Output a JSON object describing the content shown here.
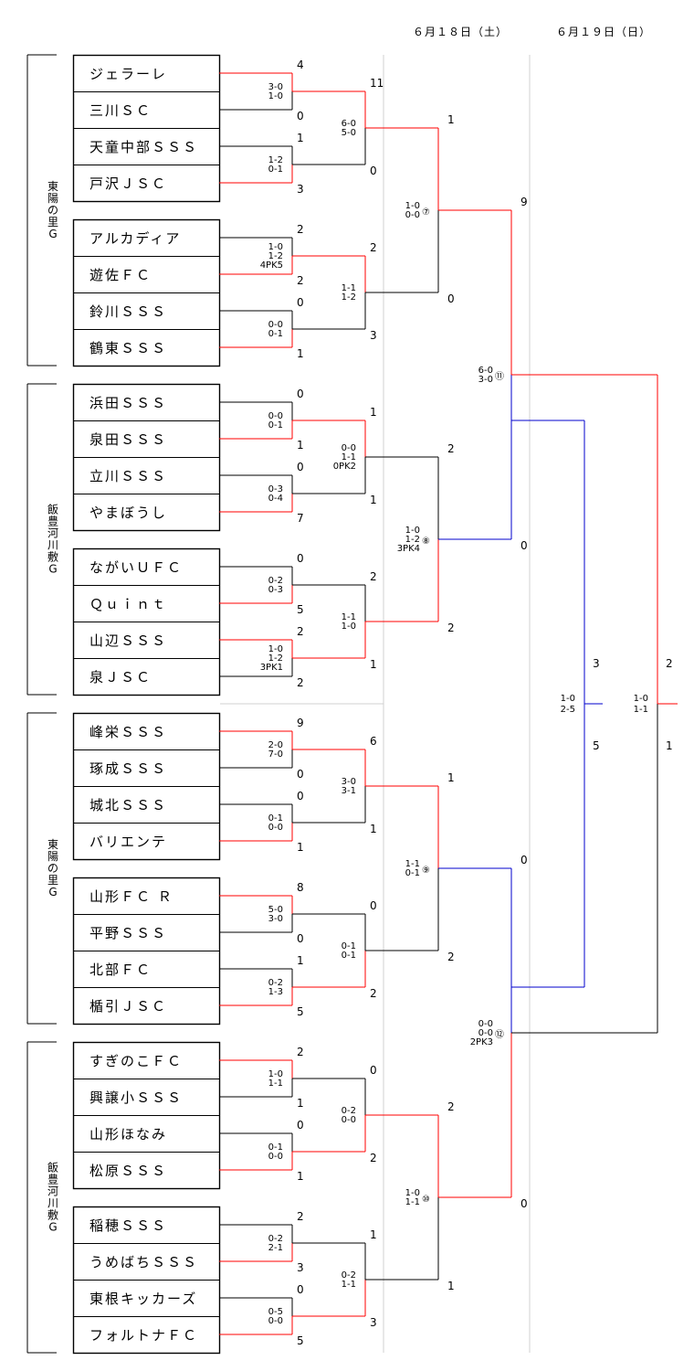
{
  "header": {
    "day1": "６月１８日（土）",
    "day2": "６月１９日（日）"
  },
  "venues": [
    {
      "chars": [
        "東",
        "陽",
        "の",
        "里",
        "G"
      ]
    },
    {
      "chars": [
        "飯",
        "豊",
        "河",
        "川",
        "敷",
        "G"
      ]
    },
    {
      "chars": [
        "東",
        "陽",
        "の",
        "里",
        "G"
      ]
    },
    {
      "chars": [
        "飯",
        "豊",
        "河",
        "川",
        "敷",
        "G"
      ]
    }
  ],
  "teams": [
    "ジェラーレ",
    "三川ＳＣ",
    "天童中部ＳＳＳ",
    "戸沢ＪＳＣ",
    "アルカディア",
    "遊佐ＦＣ",
    "鈴川ＳＳＳ",
    "鶴東ＳＳＳ",
    "浜田ＳＳＳ",
    "泉田ＳＳＳ",
    "立川ＳＳＳ",
    "やまぼうし",
    "ながいＵＦＣ",
    "Ｑｕｉｎｔ",
    "山辺ＳＳＳ",
    "泉ＪＳＣ",
    "峰栄ＳＳＳ",
    "琢成ＳＳＳ",
    "城北ＳＳＳ",
    "バリエンテ",
    "山形ＦＣ Ｒ",
    "平野ＳＳＳ",
    "北部ＦＣ",
    "楯引ＪＳＣ",
    "すぎのこＦＣ",
    "興譲小ＳＳＳ",
    "山形ほなみ",
    "松原ＳＳＳ",
    "稲穂ＳＳＳ",
    "うめばちＳＳＳ",
    "東根キッカーズ",
    "フォルトナＦＣ"
  ],
  "r1": [
    {
      "top": "4",
      "bot": "0",
      "winner": "top",
      "halves": [
        "3-0",
        "1-0"
      ]
    },
    {
      "top": "1",
      "bot": "3",
      "winner": "bot",
      "halves": [
        "1-2",
        "0-1"
      ]
    },
    {
      "top": "2",
      "bot": "2",
      "winner": "bot",
      "halves": [
        "1-0",
        "1-2",
        "4PK5"
      ]
    },
    {
      "top": "0",
      "bot": "1",
      "winner": "bot",
      "halves": [
        "0-0",
        "0-1"
      ]
    },
    {
      "top": "0",
      "bot": "1",
      "winner": "bot",
      "halves": [
        "0-0",
        "0-1"
      ]
    },
    {
      "top": "0",
      "bot": "7",
      "winner": "bot",
      "halves": [
        "0-3",
        "0-4"
      ]
    },
    {
      "top": "0",
      "bot": "5",
      "winner": "bot",
      "halves": [
        "0-2",
        "0-3"
      ]
    },
    {
      "top": "2",
      "bot": "2",
      "winner": "top",
      "halves": [
        "1-0",
        "1-2",
        "3PK1"
      ]
    },
    {
      "top": "9",
      "bot": "0",
      "winner": "top",
      "halves": [
        "2-0",
        "7-0"
      ]
    },
    {
      "top": "0",
      "bot": "1",
      "winner": "bot",
      "halves": [
        "0-1",
        "0-0"
      ]
    },
    {
      "top": "8",
      "bot": "0",
      "winner": "top",
      "halves": [
        "5-0",
        "3-0"
      ]
    },
    {
      "top": "1",
      "bot": "5",
      "winner": "bot",
      "halves": [
        "0-2",
        "1-3"
      ]
    },
    {
      "top": "2",
      "bot": "1",
      "winner": "top",
      "halves": [
        "1-0",
        "1-1"
      ]
    },
    {
      "top": "0",
      "bot": "1",
      "winner": "bot",
      "halves": [
        "0-1",
        "0-0"
      ]
    },
    {
      "top": "2",
      "bot": "3",
      "winner": "bot",
      "halves": [
        "0-2",
        "2-1"
      ]
    },
    {
      "top": "0",
      "bot": "5",
      "winner": "bot",
      "halves": [
        "0-5",
        "0-0"
      ]
    }
  ],
  "r2": [
    {
      "top": "11",
      "bot": "0",
      "winner": "top",
      "halves": [
        "6-0",
        "5-0"
      ]
    },
    {
      "top": "2",
      "bot": "3",
      "winner": "top",
      "halves": [
        "1-1",
        "1-2"
      ]
    },
    {
      "top": "1",
      "bot": "1",
      "winner": "top",
      "halves": [
        "0-0",
        "1-1",
        "0PK2"
      ]
    },
    {
      "top": "2",
      "bot": "1",
      "winner": "bot",
      "halves": [
        "1-1",
        "1-0"
      ]
    },
    {
      "top": "6",
      "bot": "1",
      "winner": "top",
      "halves": [
        "3-0",
        "3-1"
      ]
    },
    {
      "top": "0",
      "bot": "2",
      "winner": "bot",
      "halves": [
        "0-1",
        "0-1"
      ]
    },
    {
      "top": "0",
      "bot": "2",
      "winner": "bot",
      "halves": [
        "0-2",
        "0-0"
      ]
    },
    {
      "top": "1",
      "bot": "3",
      "winner": "bot",
      "halves": [
        "0-2",
        "1-1"
      ]
    }
  ],
  "r3": [
    {
      "top": "1",
      "bot": "0",
      "winner": "top",
      "halves": [
        "1-0",
        "0-0"
      ],
      "mark": "⑦"
    },
    {
      "top": "2",
      "bot": "2",
      "winner": "bot",
      "halves": [
        "1-0",
        "1-2",
        "3PK4"
      ],
      "mark": "⑧"
    },
    {
      "top": "1",
      "bot": "2",
      "winner": "top",
      "halves": [
        "1-1",
        "0-1"
      ],
      "mark": "⑨"
    },
    {
      "top": "2",
      "bot": "1",
      "winner": "top",
      "halves": [
        "1-0",
        "1-1"
      ],
      "mark": "⑩"
    }
  ],
  "r4": [
    {
      "top": "9",
      "bot": "0",
      "halves": [
        "6-0",
        "3-0"
      ],
      "mark": "⑪"
    },
    {
      "top": "0",
      "bot": "0",
      "halves": [
        "0-0",
        "0-0",
        "2PK3"
      ],
      "mark": "⑫"
    }
  ],
  "r5": {
    "top": "3",
    "bot": "5",
    "halves": [
      "1-0",
      "2-5"
    ]
  },
  "final": {
    "top": "2",
    "bot": "1",
    "halves": [
      "1-0",
      "1-1"
    ]
  },
  "colors": {
    "win": "#ff0000",
    "blue": "#0000cc",
    "line": "#000000",
    "grid": "#d0d0d0"
  }
}
